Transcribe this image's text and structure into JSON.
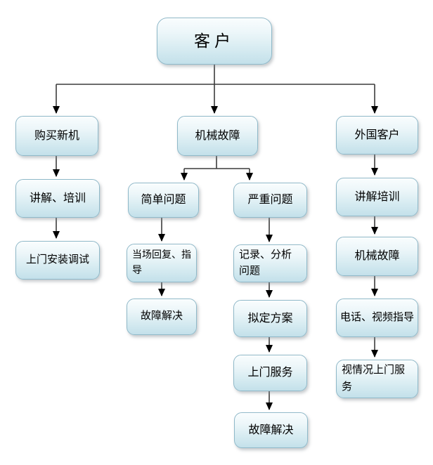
{
  "diagram": {
    "type": "flowchart",
    "root_label": "客户",
    "description_visible_text_only": true
  },
  "nodes": [
    {
      "id": "customer",
      "label": "客户"
    },
    {
      "id": "buy-new-machine",
      "label": "购买新机"
    },
    {
      "id": "explain-and-training",
      "label": "讲解、培训"
    },
    {
      "id": "onsite-install-debug",
      "label": "上门安装调试"
    },
    {
      "id": "mechanical-failure",
      "label": "机械故障"
    },
    {
      "id": "simple-problem",
      "label": "简单问题"
    },
    {
      "id": "onspot-reply-guide",
      "label": "当场回复、指导"
    },
    {
      "id": "fault-resolved-1",
      "label": "故障解决"
    },
    {
      "id": "serious-problem",
      "label": "严重问题"
    },
    {
      "id": "record-analyze-problem",
      "label": "记录、分析问题"
    },
    {
      "id": "draft-plan",
      "label": "拟定方案"
    },
    {
      "id": "onsite-service",
      "label": "上门服务"
    },
    {
      "id": "fault-resolved-2",
      "label": "故障解决"
    },
    {
      "id": "foreign-customer",
      "label": "外国客户"
    },
    {
      "id": "explain-training",
      "label": "讲解培训"
    },
    {
      "id": "mechanical-failure-2",
      "label": "机械故障"
    },
    {
      "id": "phone-video-guide",
      "label": "电话、视频指导"
    },
    {
      "id": "onsite-as-needed",
      "label": "视情况上门服务"
    }
  ],
  "edges": [
    {
      "from": "customer",
      "to": "buy-new-machine"
    },
    {
      "from": "customer",
      "to": "mechanical-failure"
    },
    {
      "from": "customer",
      "to": "foreign-customer"
    },
    {
      "from": "buy-new-machine",
      "to": "explain-and-training"
    },
    {
      "from": "explain-and-training",
      "to": "onsite-install-debug"
    },
    {
      "from": "mechanical-failure",
      "to": "simple-problem"
    },
    {
      "from": "mechanical-failure",
      "to": "serious-problem"
    },
    {
      "from": "simple-problem",
      "to": "onspot-reply-guide"
    },
    {
      "from": "onspot-reply-guide",
      "to": "fault-resolved-1"
    },
    {
      "from": "serious-problem",
      "to": "record-analyze-problem"
    },
    {
      "from": "record-analyze-problem",
      "to": "draft-plan"
    },
    {
      "from": "draft-plan",
      "to": "onsite-service"
    },
    {
      "from": "onsite-service",
      "to": "fault-resolved-2"
    },
    {
      "from": "foreign-customer",
      "to": "explain-training"
    },
    {
      "from": "explain-training",
      "to": "mechanical-failure-2"
    },
    {
      "from": "mechanical-failure-2",
      "to": "phone-video-guide"
    },
    {
      "from": "phone-video-guide",
      "to": "onsite-as-needed"
    }
  ],
  "colors": {
    "background": "#ffffff",
    "box_fill_top": "#f9fdfe",
    "box_fill_bottom": "#c3e0ea",
    "box_border": "#8fb9c9",
    "connector_line": "#3c3c3c",
    "arrowhead": "#000000",
    "text": "#000000"
  }
}
